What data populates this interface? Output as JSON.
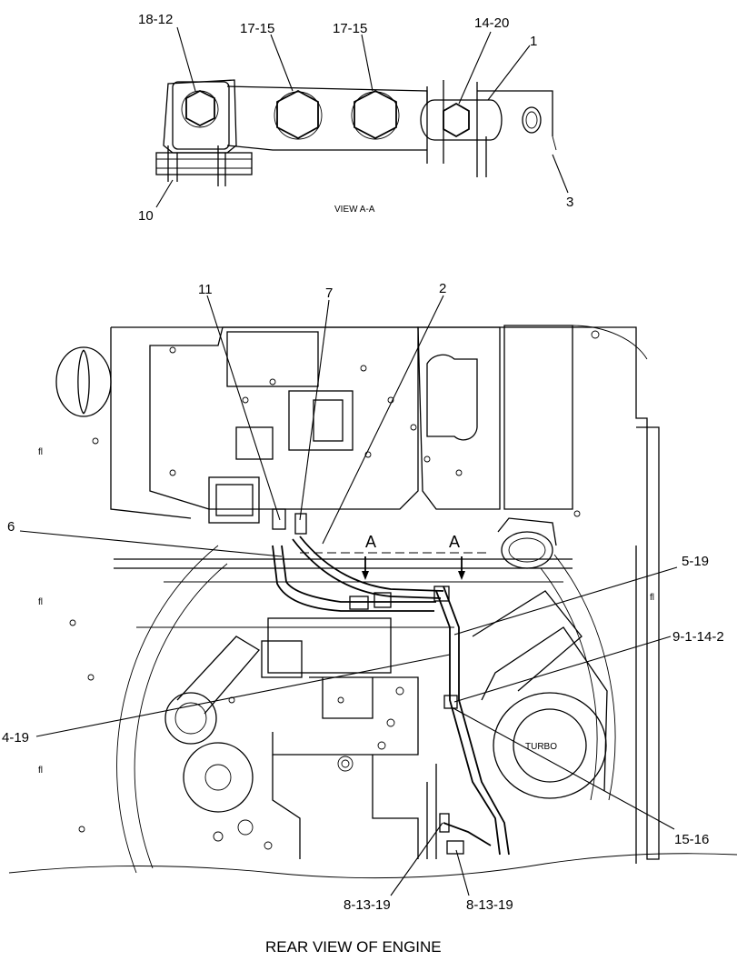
{
  "view_aa": {
    "title": "VIEW A-A",
    "callouts": [
      "18-12",
      "17-15",
      "17-15",
      "14-20",
      "1",
      "10",
      "3"
    ]
  },
  "main_view": {
    "callouts": [
      "11",
      "7",
      "2",
      "6",
      "5-19",
      "9-1-14-2",
      "4-19",
      "15-16",
      "8-13-19",
      "8-13-19"
    ],
    "section_marker": "A",
    "section_marker_2": "A",
    "turbo_label": "TURBO"
  },
  "caption": "REAR VIEW OF ENGINE"
}
